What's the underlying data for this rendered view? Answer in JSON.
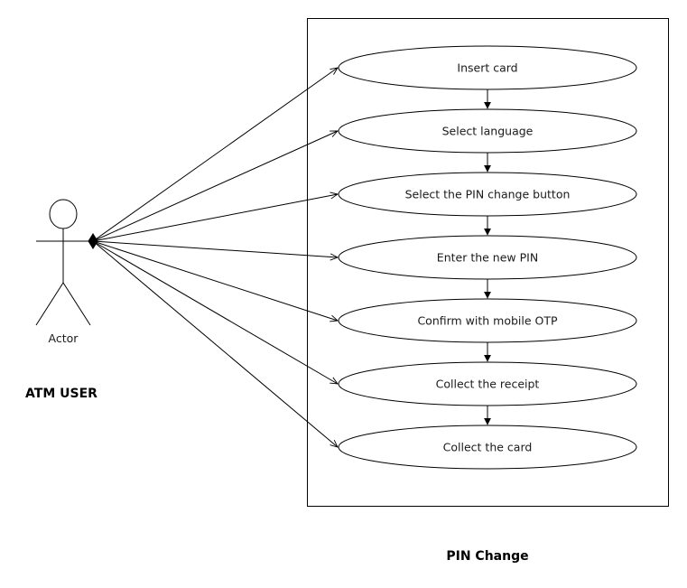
{
  "actor": {
    "label": "Actor",
    "name": "ATM USER"
  },
  "system": {
    "title": "PIN Change"
  },
  "use_cases": [
    {
      "label": "Insert card"
    },
    {
      "label": "Select language"
    },
    {
      "label": "Select the PIN change button"
    },
    {
      "label": "Enter the new PIN"
    },
    {
      "label": "Confirm with mobile OTP"
    },
    {
      "label": "Collect the receipt"
    },
    {
      "label": "Collect the card"
    }
  ],
  "colors": {
    "stroke": "#000000",
    "fill": "#ffffff"
  }
}
